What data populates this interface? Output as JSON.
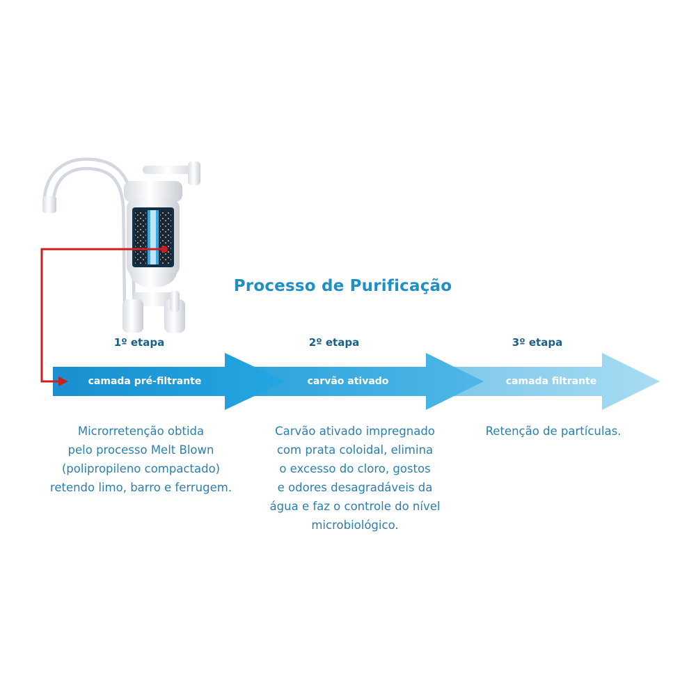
{
  "title": "Processo de Purificação",
  "colors": {
    "title": "#1f8fc6",
    "step_label": "#1a5f86",
    "description": "#2a7fae",
    "connector": "#cc1f1f",
    "arrow_1": "#1d9bd8",
    "arrow_2": "#3aace0",
    "arrow_3": "#8fd0ef"
  },
  "stages": [
    {
      "step": "1º etapa",
      "layer": "camada pré-filtrante",
      "description": [
        "Microrretenção obtida",
        "pelo processo Melt Blown",
        "(polipropileno compactado)",
        "retendo limo, barro e ferrugem."
      ]
    },
    {
      "step": "2º etapa",
      "layer": "carvão ativado",
      "description": [
        "Carvão ativado impregnado",
        "com prata coloidal, elimina",
        "o excesso do cloro, gostos",
        "e odores desagradáveis da",
        "água e faz o controle do nível",
        "microbiológico."
      ]
    },
    {
      "step": "3º etapa",
      "layer": "camada filtrante",
      "description": [
        "Retenção de partículas."
      ]
    }
  ],
  "product_image": "faucet-with-filter-icon"
}
